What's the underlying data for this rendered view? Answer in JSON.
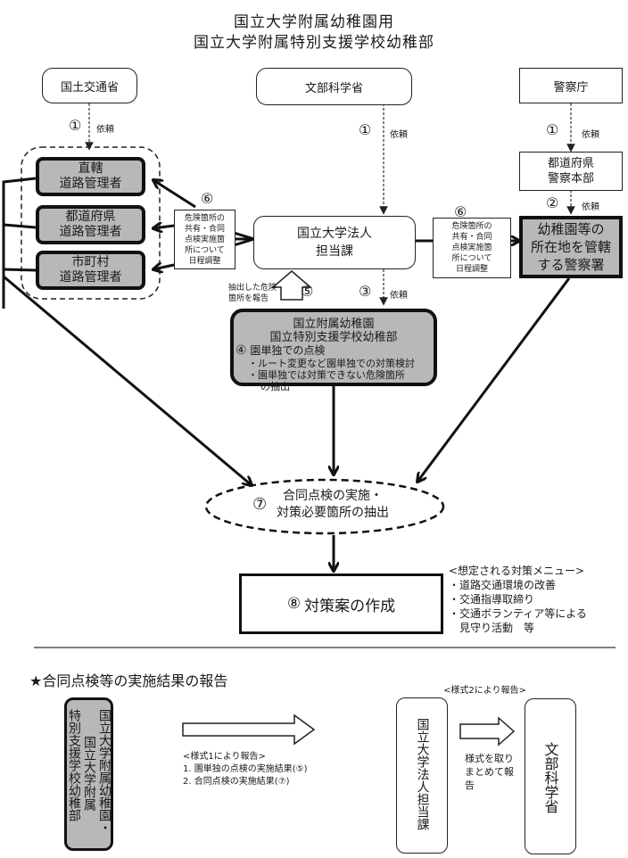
{
  "title": {
    "line1": "国立大学附属幼稚園用",
    "line2": "国立大学附属特別支援学校幼稚部"
  },
  "nodes": {
    "mlit": "国土交通省",
    "mext": "文部科学省",
    "npa": "警察庁",
    "road_direct": [
      "直轄",
      "道路管理者"
    ],
    "road_pref": [
      "都道府県",
      "道路管理者"
    ],
    "road_city": [
      "市町村",
      "道路管理者"
    ],
    "pref_police": [
      "都道府県",
      "警察本部"
    ],
    "local_police": [
      "幼稚園等の",
      "所在地を管轄",
      "する警察署"
    ],
    "univ_corp": [
      "国立大学法人",
      "担当課"
    ],
    "kindergarten": {
      "title1": "国立附属幼稚園",
      "title2": "国立特別支援学校幼稚部",
      "step_marker": "④",
      "step": "園単独での点検",
      "bullets": [
        "・ルート変更など園単独での対策検討",
        "・園単独では対策できない危険箇所",
        "の抽出"
      ]
    },
    "joint_inspection": {
      "marker": "⑦",
      "lines": [
        "合同点検の実施・",
        "対策必要箇所の抽出"
      ]
    },
    "plan": {
      "marker": "⑧",
      "label": "対策案の作成"
    }
  },
  "edges": {
    "request_label": "依頼",
    "mlit_marker": "①",
    "mext_marker": "①",
    "npa_marker": "①",
    "pref_police_marker": "②",
    "univ_marker": "③",
    "report_marker": "⑤",
    "report_label": [
      "抽出した危険",
      "箇所を報告"
    ],
    "coord_marker_left": "⑥",
    "coord_marker_right": "⑥",
    "coord_note": [
      "危険箇所の",
      "共有・合同",
      "点検実施箇",
      "所について",
      "日程調整"
    ]
  },
  "measures_menu": {
    "heading": "<想定される対策メニュー>",
    "items": [
      "・道路交通環境の改善",
      "・交通指導取締り",
      "・交通ボランティア等による",
      "　見守り活動　等"
    ]
  },
  "report_section": {
    "heading": "★合同点検等の実施結果の報告",
    "kindergarten_vertical": [
      "国立大学附属幼稚園・",
      "国立大学附属",
      "特別支援学校幼稚部"
    ],
    "form1_heading": "<様式1により報告>",
    "form1_items": [
      "1. 園単独の点検の実施結果(⑤)",
      "2. 合同点検の実施結果(⑦)"
    ],
    "form2_heading": "<様式2により報告>",
    "univ_vertical": "国立大学法人担当課",
    "compile_label": [
      "様式を取り",
      "まとめて報",
      "告"
    ],
    "mext_vertical": "文部科学省"
  }
}
